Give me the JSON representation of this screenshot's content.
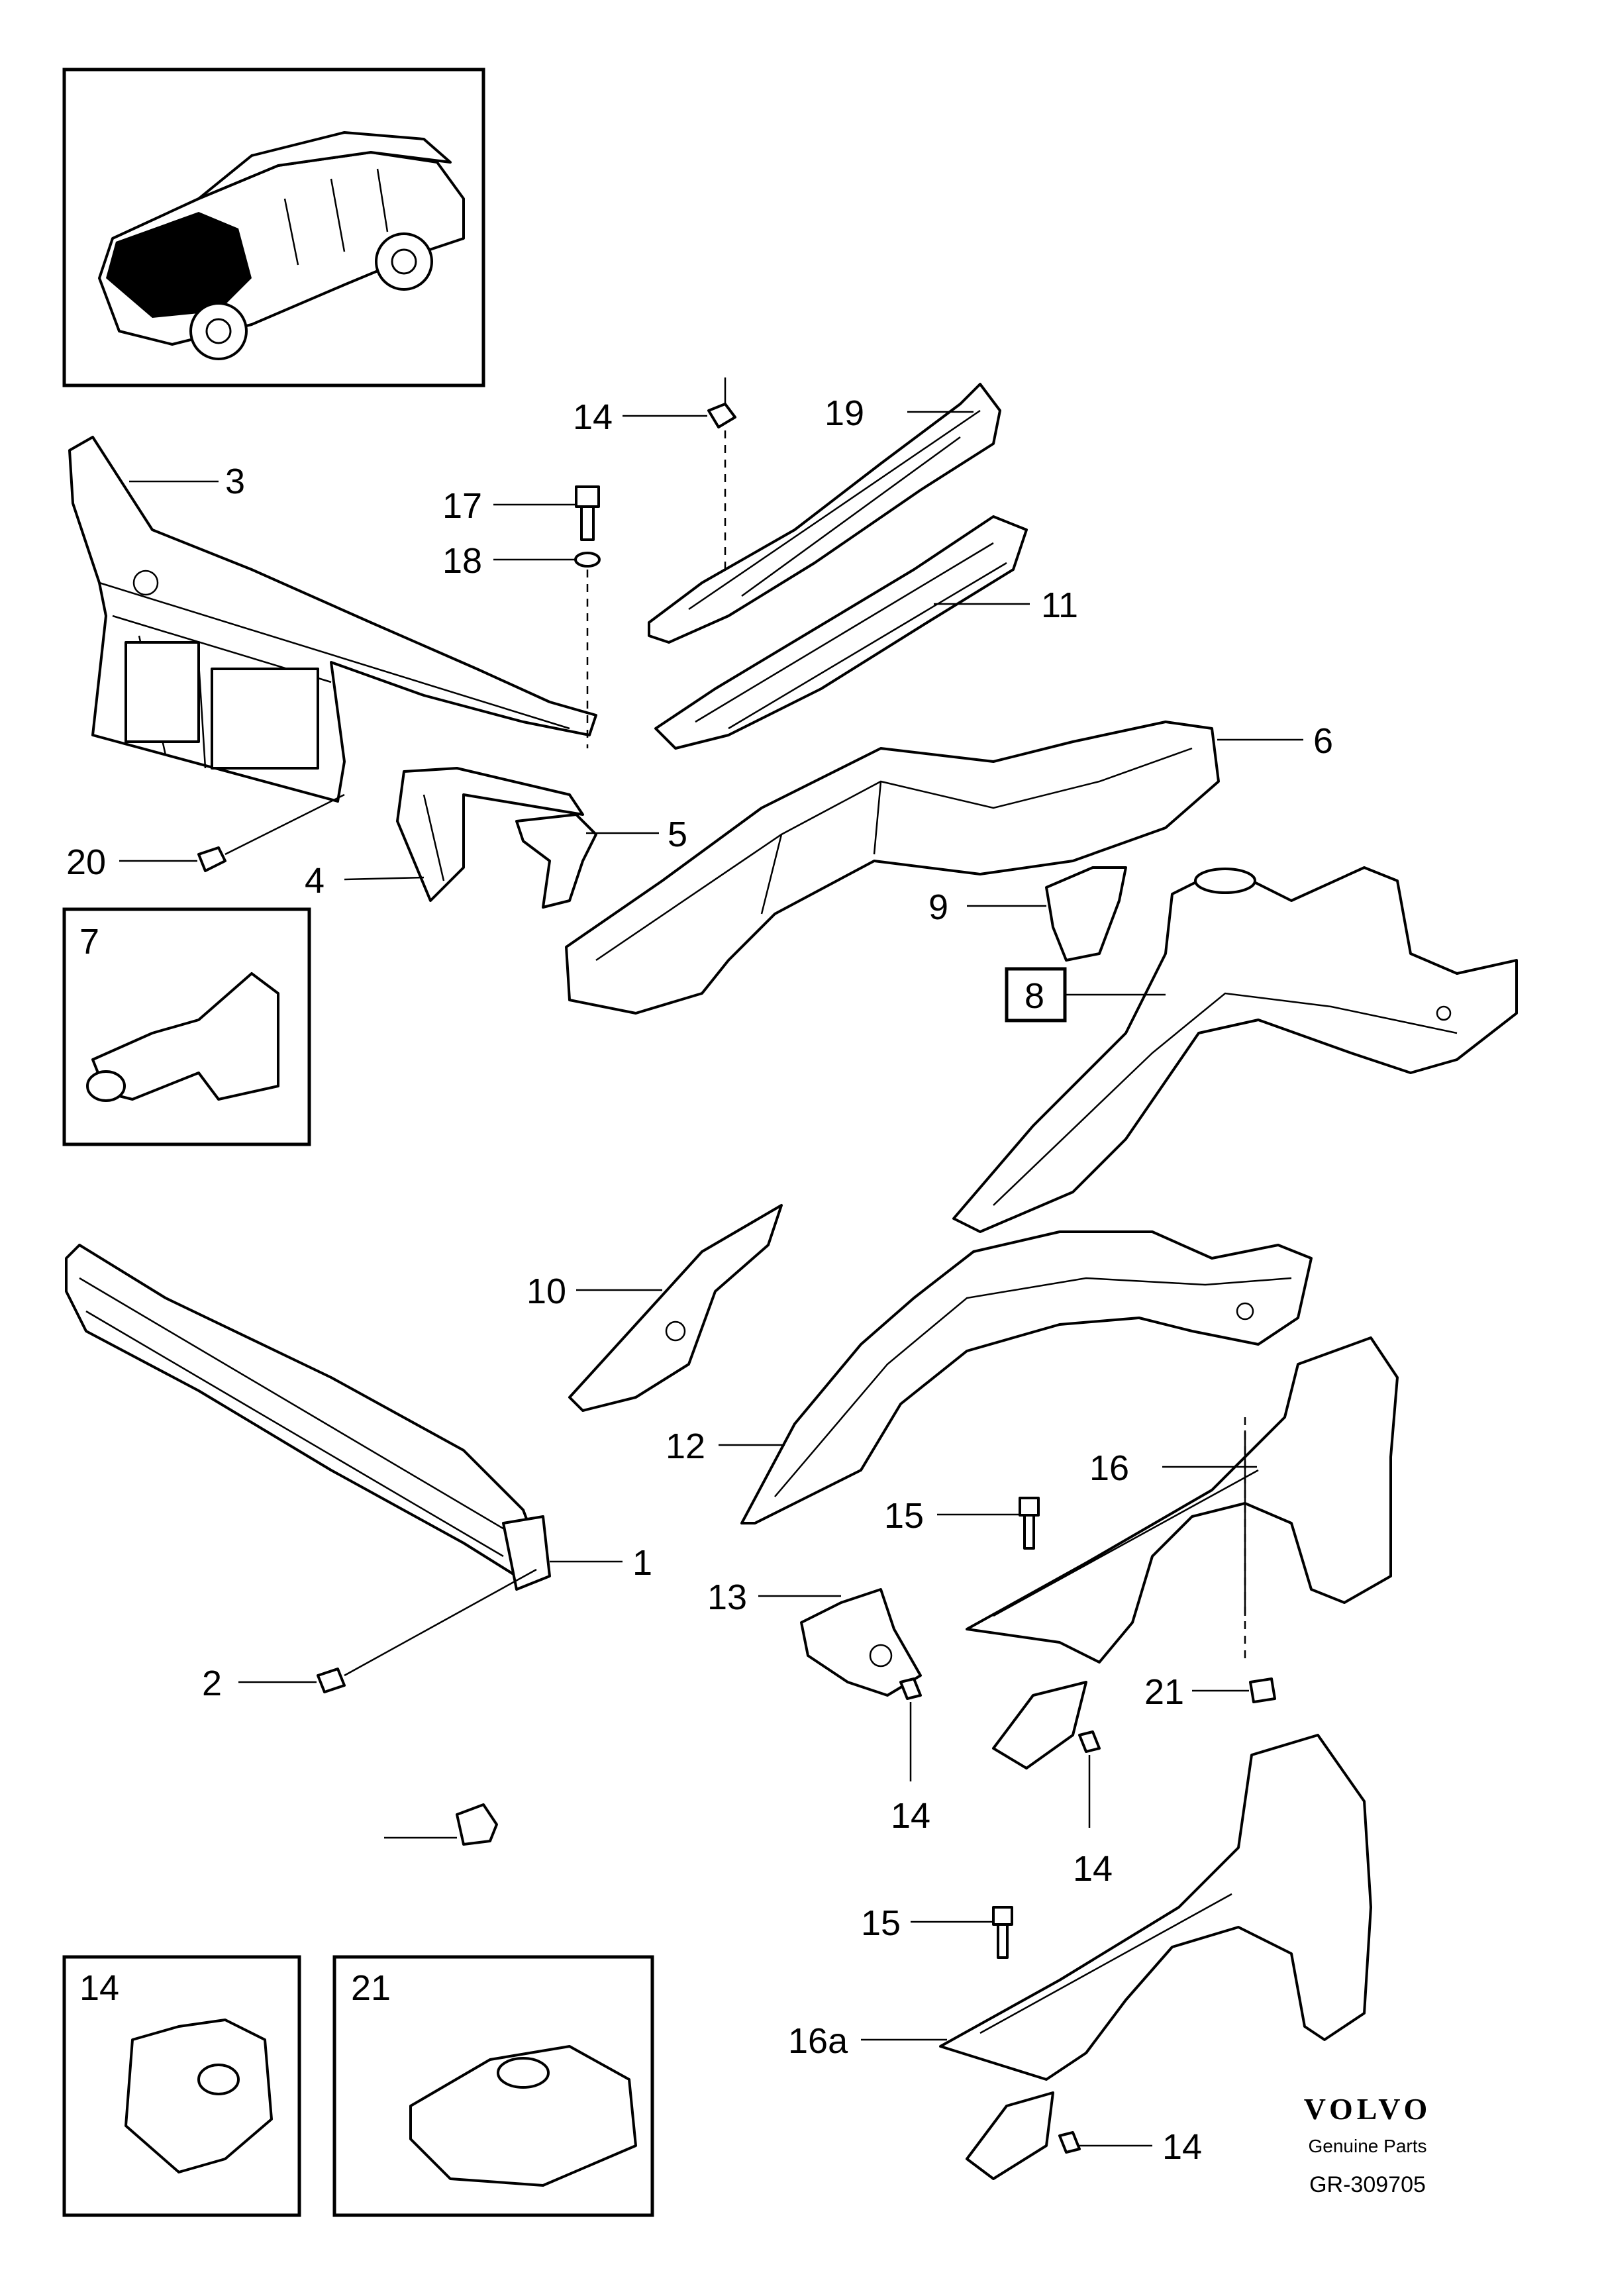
{
  "labels": {
    "p1": "1",
    "p2": "2",
    "p3": "3",
    "p4": "4",
    "p5": "5",
    "p6": "6",
    "p7": "7",
    "p8": "8",
    "p9": "9",
    "p10": "10",
    "p11": "11",
    "p12": "12",
    "p13": "13",
    "p14_top": "14",
    "p14_mid1": "14",
    "p14_mid2": "14",
    "p14_bottom": "14",
    "p14_inset": "14",
    "p15_a": "15",
    "p15_b": "15",
    "p16": "16",
    "p16a": "16a",
    "p17": "17",
    "p18": "18",
    "p19": "19",
    "p20": "20",
    "p21": "21",
    "p21_inset": "21"
  },
  "footer": {
    "brand": "VOLVO",
    "subtitle": "Genuine Parts",
    "code": "GR-309705"
  }
}
